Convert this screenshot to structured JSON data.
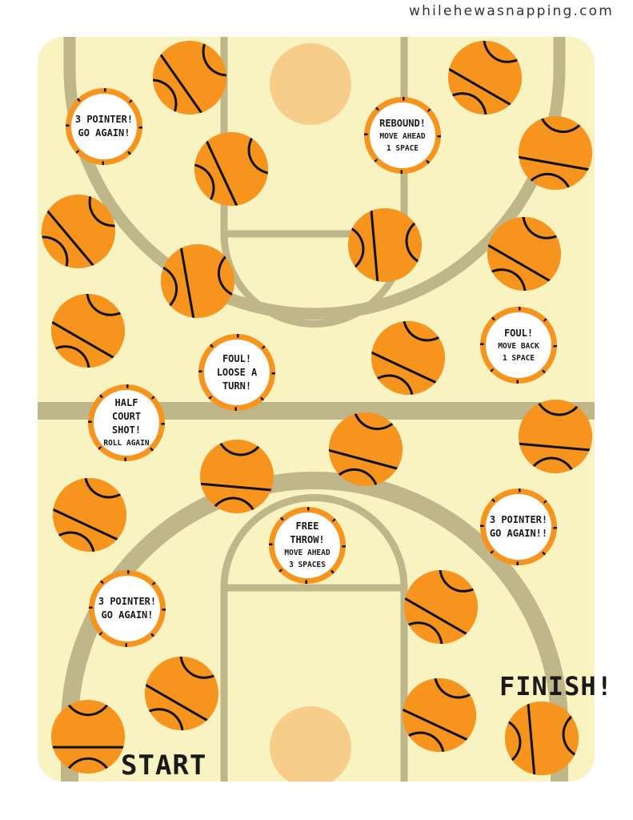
{
  "site_url": "whilehewasnapping.com",
  "colors": {
    "board": "#f9f3c2",
    "lines": "#bfb68a",
    "ball": "#f7941d",
    "circle": "#f8cd8a"
  },
  "labels": {
    "start": "START",
    "finish": "FINISH!"
  },
  "spaces": [
    {
      "name": "space-3-pointer-1",
      "line1": "3 POINTER!",
      "line2": "GO AGAIN!",
      "small": false
    },
    {
      "name": "space-rebound",
      "line1": "REBOUND!",
      "line2": "MOVE AHEAD",
      "line3": "1 SPACE",
      "small": true
    },
    {
      "name": "space-foul-move-back",
      "line1": "FOUL!",
      "line2": "MOVE BACK",
      "line3": "1 SPACE",
      "small": true
    },
    {
      "name": "space-foul-lose-turn",
      "line1": "FOUL!",
      "line2": "LOOSE A",
      "line3": "TURN!",
      "small": false
    },
    {
      "name": "space-half-court",
      "line1": "HALF",
      "line2": "COURT",
      "line3": "SHOT!",
      "line4": "ROLL AGAIN",
      "small": false
    },
    {
      "name": "space-free-throw",
      "line1": "FREE",
      "line2": "THROW!",
      "line3": "MOVE AHEAD",
      "line4": "3 SPACES",
      "small": false
    },
    {
      "name": "space-3-pointer-2",
      "line1": "3 POINTER!",
      "line2": "GO AGAIN!!",
      "small": false
    },
    {
      "name": "space-3-pointer-3",
      "line1": "3 POINTER!",
      "line2": "GO AGAIN!",
      "small": false
    }
  ]
}
